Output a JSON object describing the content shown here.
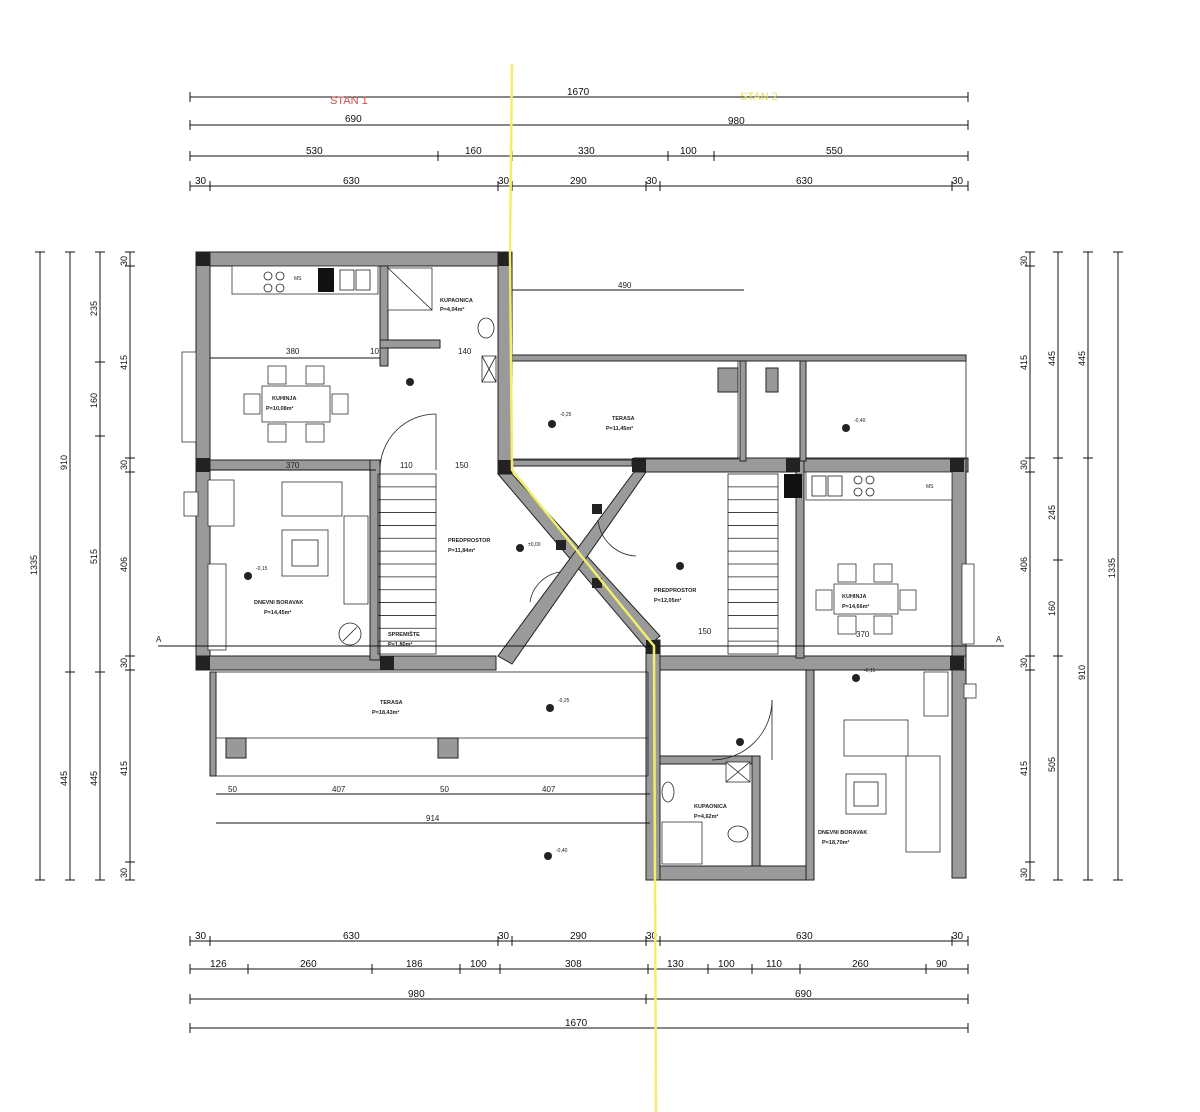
{
  "labels": {
    "stan1": "STAN 1",
    "stan2": "STAN 2",
    "section_left": "A",
    "section_right": "A"
  },
  "top_dims": {
    "row1": [
      "1670"
    ],
    "row2": [
      "690",
      "980"
    ],
    "row3": [
      "530",
      "160",
      "330",
      "100",
      "550"
    ],
    "row4": [
      "30",
      "630",
      "30",
      "290",
      "30",
      "630",
      "30"
    ]
  },
  "bottom_dims": {
    "row1": [
      "30",
      "630",
      "30",
      "290",
      "30",
      "630",
      "30"
    ],
    "row2": [
      "126",
      "260",
      "186",
      "100",
      "308",
      "130",
      "100",
      "110",
      "260",
      "90"
    ],
    "row3": [
      "980",
      "690"
    ],
    "row4": [
      "1670"
    ]
  },
  "left_dims": {
    "outer": "1335",
    "mid": [
      "910",
      "445"
    ],
    "inner": [
      "235",
      "160",
      "515",
      "445"
    ],
    "wall": [
      "30",
      "415",
      "30",
      "406",
      "30",
      "415",
      "30"
    ]
  },
  "right_dims": {
    "outer": "1335",
    "mid": [
      "445",
      "910"
    ],
    "inner": [
      "445",
      "245",
      "160",
      "505"
    ],
    "wall": [
      "30",
      "415",
      "30",
      "406",
      "30",
      "415",
      "30"
    ]
  },
  "inner_dims": {
    "d490": "490",
    "d380": "380",
    "d370": "370",
    "d110": "110",
    "d150": "150",
    "d150b": "150",
    "d370b": "370",
    "d407a": "407",
    "d407b": "407",
    "d50a": "50",
    "d50b": "50",
    "d914": "914",
    "d140": "140",
    "d10": "10"
  },
  "rooms": [
    {
      "name": "KUHINJA",
      "area": "P=10,08m²"
    },
    {
      "name": "KUPAONICA",
      "area": "P=4,04m²"
    },
    {
      "name": "TERASA",
      "area": "P=11,45m²"
    },
    {
      "name": "DNEVNI BORAVAK",
      "area": "P=14,45m²"
    },
    {
      "name": "PREDPROSTOR",
      "area": "P=11,84m²"
    },
    {
      "name": "SPREMIŠTE",
      "area": "P=1,80m²"
    },
    {
      "name": "TERASA",
      "area": "P=18,43m²"
    },
    {
      "name": "PREDPROSTOR",
      "area": "P=12,05m²"
    },
    {
      "name": "KUHINJA",
      "area": "P=14,66m²"
    },
    {
      "name": "KUPAONICA",
      "area": "P=4,62m²"
    },
    {
      "name": "DNEVNI BORAVAK",
      "area": "P=18,70m²"
    }
  ],
  "levels": [
    "-0,25",
    "-0,40",
    "-0,15",
    "±0,00",
    "-0,25",
    "-0,15",
    "-0,40"
  ]
}
